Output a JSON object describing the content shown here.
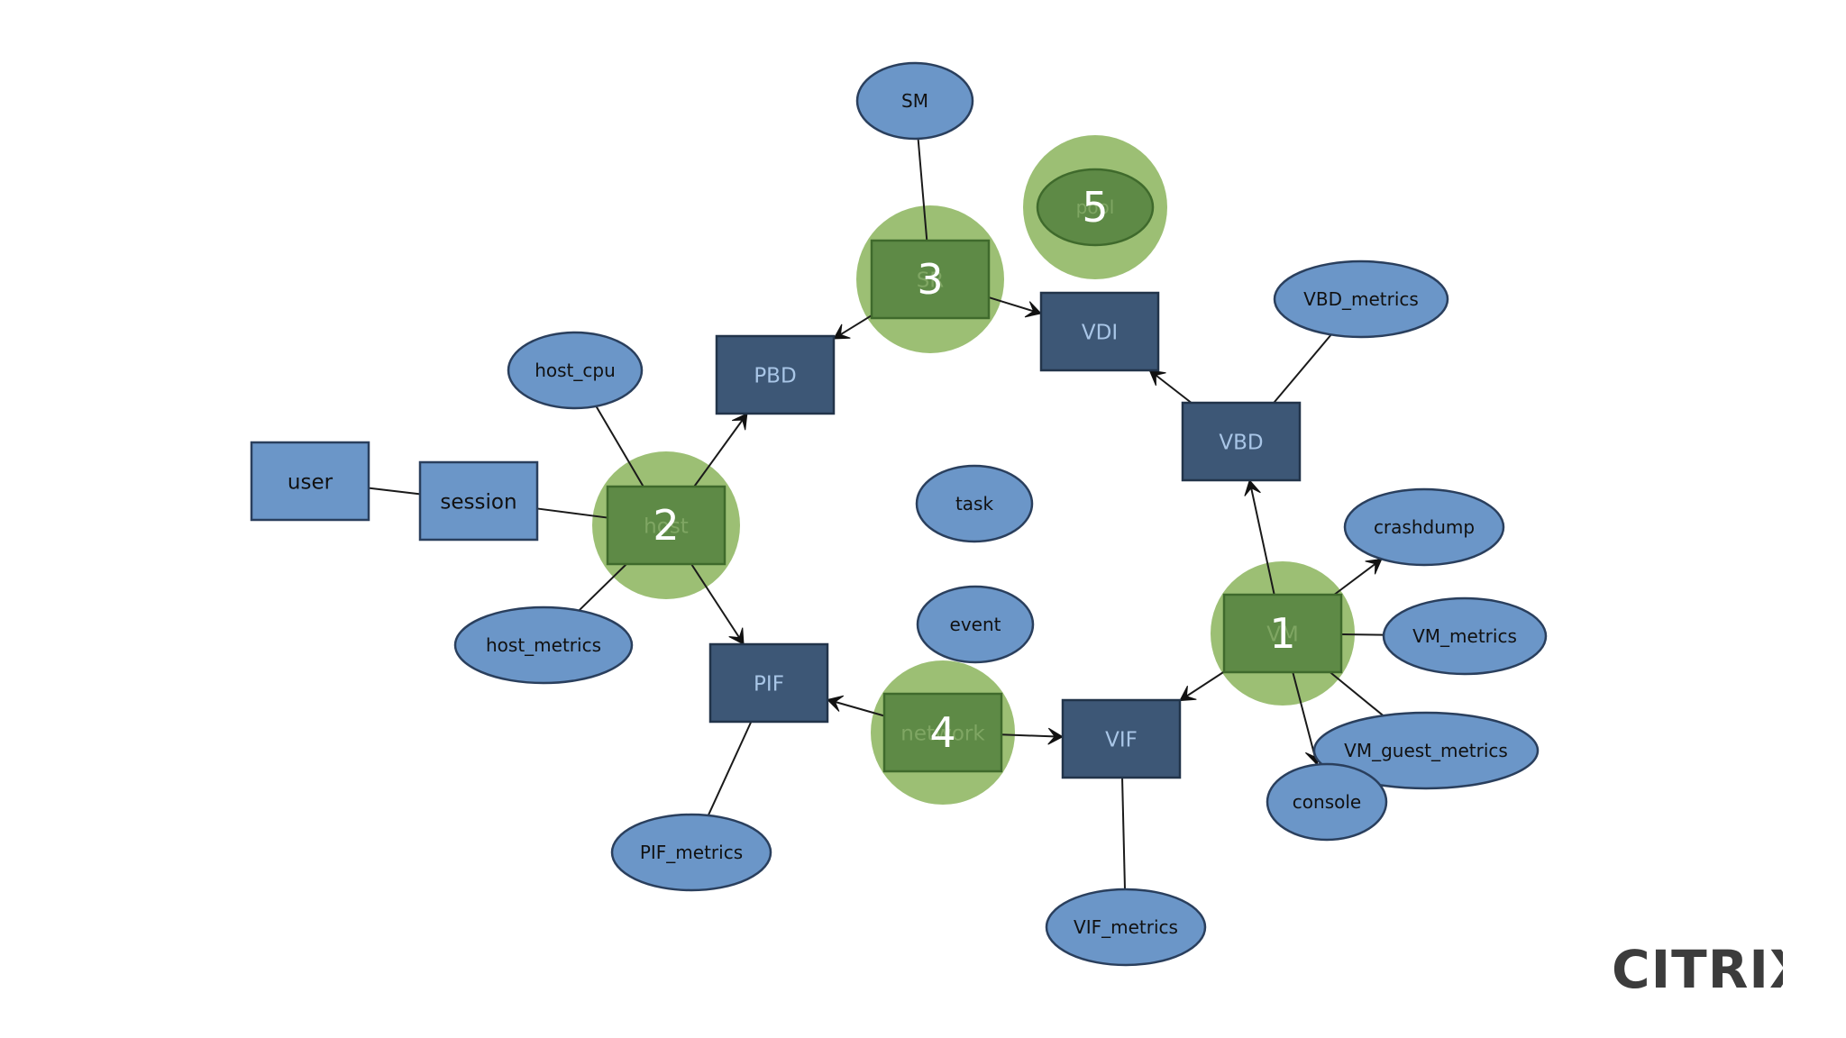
{
  "colors": {
    "light_node_fill": "#6b96c8",
    "light_node_stroke": "#2a3f5d",
    "dark_node_fill": "#3d5776",
    "dark_node_text": "#a9c6e7",
    "highlight_node_fill": "#5e8a46",
    "highlight_halo": "#9cbf74",
    "edge": "#1a1a1a",
    "logo": "#3c3c3c"
  },
  "nodes": [
    {
      "id": "user",
      "label": "user",
      "shape": "rect",
      "style": "light"
    },
    {
      "id": "session",
      "label": "session",
      "shape": "rect",
      "style": "light"
    },
    {
      "id": "host_cpu",
      "label": "host_cpu",
      "shape": "ellipse",
      "style": "light"
    },
    {
      "id": "host_metrics",
      "label": "host_metrics",
      "shape": "ellipse",
      "style": "light"
    },
    {
      "id": "host",
      "label": "host",
      "shape": "rect",
      "style": "highlight",
      "number": "2"
    },
    {
      "id": "PBD",
      "label": "PBD",
      "shape": "rect",
      "style": "dark"
    },
    {
      "id": "PIF",
      "label": "PIF",
      "shape": "rect",
      "style": "dark"
    },
    {
      "id": "PIF_metrics",
      "label": "PIF_metrics",
      "shape": "ellipse",
      "style": "light"
    },
    {
      "id": "SM",
      "label": "SM",
      "shape": "ellipse",
      "style": "light"
    },
    {
      "id": "SR",
      "label": "SR",
      "shape": "rect",
      "style": "highlight",
      "number": "3"
    },
    {
      "id": "pool",
      "label": "pool",
      "shape": "ellipse",
      "style": "highlight",
      "number": "5"
    },
    {
      "id": "VDI",
      "label": "VDI",
      "shape": "rect",
      "style": "dark"
    },
    {
      "id": "VBD_metrics",
      "label": "VBD_metrics",
      "shape": "ellipse",
      "style": "light"
    },
    {
      "id": "VBD",
      "label": "VBD",
      "shape": "rect",
      "style": "dark"
    },
    {
      "id": "task",
      "label": "task",
      "shape": "ellipse",
      "style": "light"
    },
    {
      "id": "event",
      "label": "event",
      "shape": "ellipse",
      "style": "light"
    },
    {
      "id": "network",
      "label": "network",
      "shape": "rect",
      "style": "highlight",
      "number": "4"
    },
    {
      "id": "VIF",
      "label": "VIF",
      "shape": "rect",
      "style": "dark"
    },
    {
      "id": "VIF_metrics",
      "label": "VIF_metrics",
      "shape": "ellipse",
      "style": "light"
    },
    {
      "id": "VM",
      "label": "VM",
      "shape": "rect",
      "style": "highlight",
      "number": "1"
    },
    {
      "id": "crashdump",
      "label": "crashdump",
      "shape": "ellipse",
      "style": "light"
    },
    {
      "id": "VM_metrics",
      "label": "VM_metrics",
      "shape": "ellipse",
      "style": "light"
    },
    {
      "id": "VM_guest_metrics",
      "label": "VM_guest_metrics",
      "shape": "ellipse",
      "style": "light"
    },
    {
      "id": "console",
      "label": "console",
      "shape": "ellipse",
      "style": "light"
    }
  ],
  "edges": [
    {
      "from": "user",
      "to": "session",
      "arrow": false
    },
    {
      "from": "session",
      "to": "host",
      "arrow": false
    },
    {
      "from": "host_cpu",
      "to": "host",
      "arrow": false
    },
    {
      "from": "host_metrics",
      "to": "host",
      "arrow": false
    },
    {
      "from": "host",
      "to": "PBD",
      "arrow": "end"
    },
    {
      "from": "PBD",
      "to": "SR",
      "arrow": "start"
    },
    {
      "from": "host",
      "to": "PIF",
      "arrow": "end"
    },
    {
      "from": "PIF",
      "to": "PIF_metrics",
      "arrow": false
    },
    {
      "from": "PIF",
      "to": "network",
      "arrow": "start"
    },
    {
      "from": "SM",
      "to": "SR",
      "arrow": false
    },
    {
      "from": "SR",
      "to": "VDI",
      "arrow": "end"
    },
    {
      "from": "VDI",
      "to": "VBD",
      "arrow": "start"
    },
    {
      "from": "VBD",
      "to": "VBD_metrics",
      "arrow": false
    },
    {
      "from": "VBD",
      "to": "VM",
      "arrow": "start"
    },
    {
      "from": "network",
      "to": "VIF",
      "arrow": "end"
    },
    {
      "from": "VIF",
      "to": "VIF_metrics",
      "arrow": false
    },
    {
      "from": "VIF",
      "to": "VM",
      "arrow": "start"
    },
    {
      "from": "VM",
      "to": "crashdump",
      "arrow": "end"
    },
    {
      "from": "VM",
      "to": "VM_metrics",
      "arrow": false
    },
    {
      "from": "VM",
      "to": "VM_guest_metrics",
      "arrow": false
    },
    {
      "from": "VM",
      "to": "console",
      "arrow": "end"
    }
  ],
  "logo": {
    "text": "CITRIX"
  }
}
